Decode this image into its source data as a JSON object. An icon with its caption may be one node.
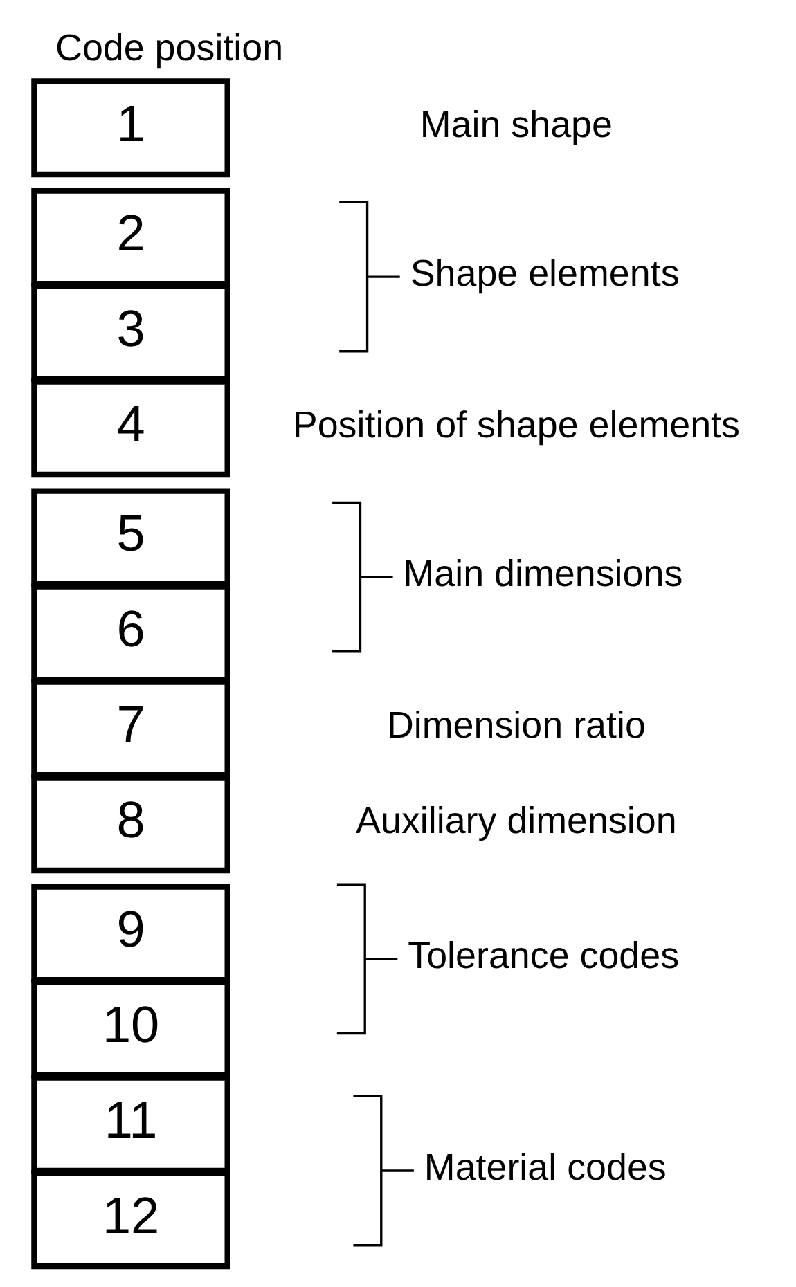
{
  "diagram": {
    "title": "Code position",
    "nodes": [
      {
        "text": [
          "1"
        ]
      },
      {
        "text": [
          "2"
        ]
      },
      {
        "text": [
          "3"
        ]
      },
      {
        "text": [
          "4"
        ]
      },
      {
        "text": [
          "5"
        ]
      },
      {
        "text": [
          "6"
        ]
      },
      {
        "text": [
          "7"
        ]
      },
      {
        "text": [
          "8"
        ]
      },
      {
        "text": [
          "9"
        ]
      },
      {
        "text": [
          "10"
        ]
      },
      {
        "text": [
          "11"
        ]
      },
      {
        "text": [
          "12"
        ]
      }
    ],
    "edges": [],
    "labels": [
      "Main shape",
      "Shape elements",
      "Position of shape elements",
      "Main dimensions",
      "Dimension ratio",
      "Auxiliary dimension",
      "Tolerance codes",
      "Material codes"
    ]
  }
}
